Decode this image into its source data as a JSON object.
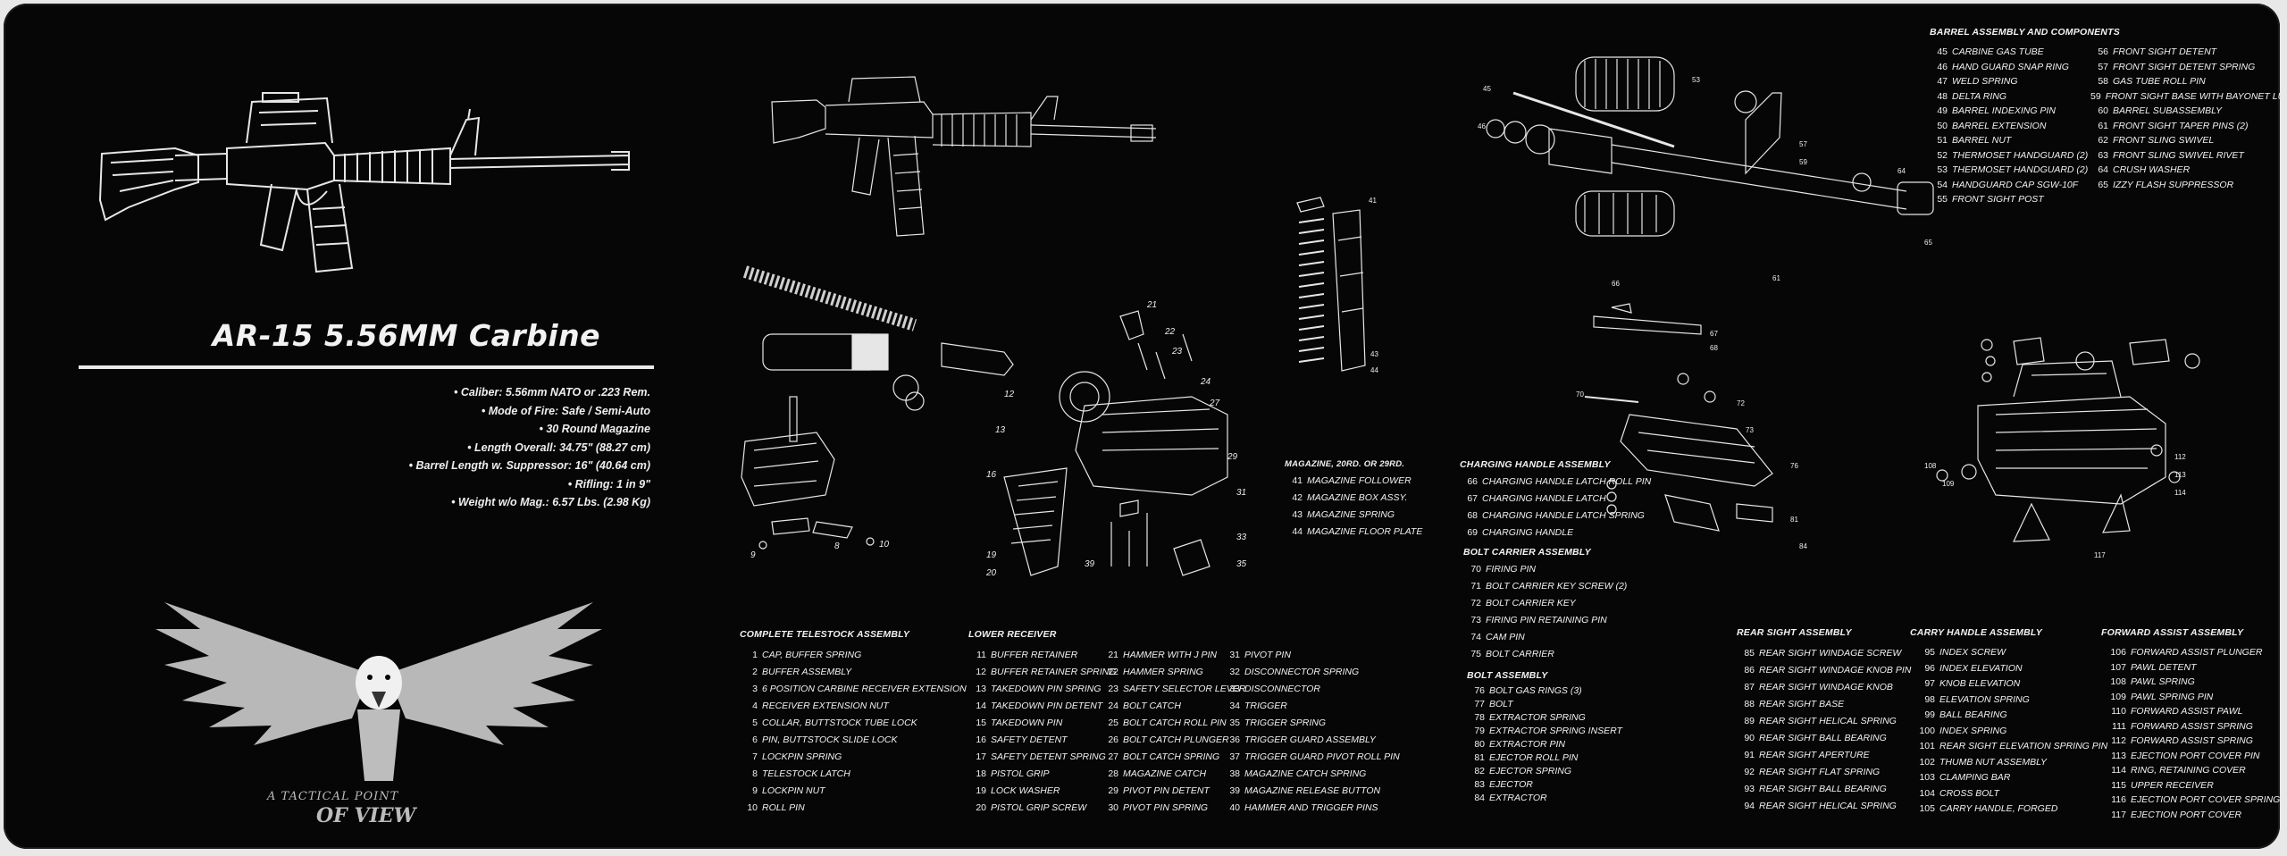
{
  "title": "AR-15 5.56MM Carbine",
  "specs": [
    "• Caliber: 5.56mm NATO or .223 Rem.",
    "• Mode of Fire: Safe / Semi-Auto",
    "• 30 Round Magazine",
    "• Length Overall: 34.75\" (88.27 cm)",
    "• Barrel Length w. Suppressor: 16\" (40.64 cm)",
    "• Rifling: 1 in 9\"",
    "• Weight w/o Mag.: 6.57 Lbs. (2.98 Kg)"
  ],
  "logo": {
    "line1": "A TACTICAL POINT",
    "line2": "OF VIEW"
  },
  "sections": {
    "telestock": {
      "title": "COMPLETE TELESTOCK ASSEMBLY",
      "items": [
        {
          "n": "1",
          "t": "CAP, BUFFER SPRING"
        },
        {
          "n": "2",
          "t": "BUFFER ASSEMBLY"
        },
        {
          "n": "3",
          "t": "6 POSITION CARBINE RECEIVER EXTENSION"
        },
        {
          "n": "4",
          "t": "RECEIVER EXTENSION NUT"
        },
        {
          "n": "5",
          "t": "COLLAR, BUTTSTOCK TUBE LOCK"
        },
        {
          "n": "6",
          "t": "PIN, BUTTSTOCK SLIDE LOCK"
        },
        {
          "n": "7",
          "t": "LOCKPIN SPRING"
        },
        {
          "n": "8",
          "t": "TELESTOCK LATCH"
        },
        {
          "n": "9",
          "t": "LOCKPIN NUT"
        },
        {
          "n": "10",
          "t": "ROLL PIN"
        }
      ]
    },
    "lower": {
      "title": "LOWER RECEIVER",
      "items": [
        {
          "n": "11",
          "t": "BUFFER RETAINER"
        },
        {
          "n": "12",
          "t": "BUFFER RETAINER SPRING"
        },
        {
          "n": "13",
          "t": "TAKEDOWN PIN SPRING"
        },
        {
          "n": "14",
          "t": "TAKEDOWN PIN DETENT"
        },
        {
          "n": "15",
          "t": "TAKEDOWN PIN"
        },
        {
          "n": "16",
          "t": "SAFETY DETENT"
        },
        {
          "n": "17",
          "t": "SAFETY DETENT SPRING"
        },
        {
          "n": "18",
          "t": "PISTOL GRIP"
        },
        {
          "n": "19",
          "t": "LOCK WASHER"
        },
        {
          "n": "20",
          "t": "PISTOL GRIP SCREW"
        }
      ]
    },
    "lower2": {
      "items": [
        {
          "n": "21",
          "t": "HAMMER WITH J PIN"
        },
        {
          "n": "22",
          "t": "HAMMER SPRING"
        },
        {
          "n": "23",
          "t": "SAFETY SELECTOR LEVER"
        },
        {
          "n": "24",
          "t": "BOLT CATCH"
        },
        {
          "n": "25",
          "t": "BOLT CATCH ROLL PIN"
        },
        {
          "n": "26",
          "t": "BOLT CATCH PLUNGER"
        },
        {
          "n": "27",
          "t": "BOLT CATCH SPRING"
        },
        {
          "n": "28",
          "t": "MAGAZINE CATCH"
        },
        {
          "n": "29",
          "t": "PIVOT PIN DETENT"
        },
        {
          "n": "30",
          "t": "PIVOT PIN SPRING"
        }
      ]
    },
    "lower3": {
      "items": [
        {
          "n": "31",
          "t": "PIVOT PIN"
        },
        {
          "n": "32",
          "t": "DISCONNECTOR SPRING"
        },
        {
          "n": "33",
          "t": "DISCONNECTOR"
        },
        {
          "n": "34",
          "t": "TRIGGER"
        },
        {
          "n": "35",
          "t": "TRIGGER SPRING"
        },
        {
          "n": "36",
          "t": "TRIGGER GUARD ASSEMBLY"
        },
        {
          "n": "37",
          "t": "TRIGGER GUARD PIVOT ROLL PIN"
        },
        {
          "n": "38",
          "t": "MAGAZINE CATCH SPRING"
        },
        {
          "n": "39",
          "t": "MAGAZINE RELEASE BUTTON"
        },
        {
          "n": "40",
          "t": "HAMMER AND TRIGGER PINS"
        }
      ]
    },
    "magazine": {
      "title": "MAGAZINE, 20RD. OR 29RD.",
      "items": [
        {
          "n": "41",
          "t": "MAGAZINE FOLLOWER"
        },
        {
          "n": "42",
          "t": "MAGAZINE BOX ASSY."
        },
        {
          "n": "43",
          "t": "MAGAZINE SPRING"
        },
        {
          "n": "44",
          "t": "MAGAZINE FLOOR PLATE"
        }
      ]
    },
    "charging": {
      "title": "CHARGING HANDLE ASSEMBLY",
      "items": [
        {
          "n": "66",
          "t": "CHARGING HANDLE LATCH ROLL PIN"
        },
        {
          "n": "67",
          "t": "CHARGING HANDLE LATCH"
        },
        {
          "n": "68",
          "t": "CHARGING HANDLE LATCH SPRING"
        },
        {
          "n": "69",
          "t": "CHARGING HANDLE"
        }
      ]
    },
    "carrier": {
      "title": "BOLT CARRIER ASSEMBLY",
      "items": [
        {
          "n": "70",
          "t": "FIRING PIN"
        },
        {
          "n": "71",
          "t": "BOLT CARRIER KEY SCREW (2)"
        },
        {
          "n": "72",
          "t": "BOLT CARRIER KEY"
        },
        {
          "n": "73",
          "t": "FIRING PIN RETAINING PIN"
        },
        {
          "n": "74",
          "t": "CAM PIN"
        },
        {
          "n": "75",
          "t": "BOLT CARRIER"
        }
      ]
    },
    "bolt": {
      "title": "BOLT ASSEMBLY",
      "items": [
        {
          "n": "76",
          "t": "BOLT GAS RINGS (3)"
        },
        {
          "n": "77",
          "t": "BOLT"
        },
        {
          "n": "78",
          "t": "EXTRACTOR SPRING"
        },
        {
          "n": "79",
          "t": "EXTRACTOR SPRING INSERT"
        },
        {
          "n": "80",
          "t": "EXTRACTOR PIN"
        },
        {
          "n": "81",
          "t": "EJECTOR ROLL PIN"
        },
        {
          "n": "82",
          "t": "EJECTOR SPRING"
        },
        {
          "n": "83",
          "t": "EJECTOR"
        },
        {
          "n": "84",
          "t": "EXTRACTOR"
        }
      ]
    },
    "rearsight": {
      "title": "REAR SIGHT ASSEMBLY",
      "items": [
        {
          "n": "85",
          "t": "REAR SIGHT WINDAGE SCREW"
        },
        {
          "n": "86",
          "t": "REAR SIGHT WINDAGE KNOB PIN"
        },
        {
          "n": "87",
          "t": "REAR SIGHT WINDAGE KNOB"
        },
        {
          "n": "88",
          "t": "REAR SIGHT BASE"
        },
        {
          "n": "89",
          "t": "REAR SIGHT HELICAL SPRING"
        },
        {
          "n": "90",
          "t": "REAR SIGHT BALL BEARING"
        },
        {
          "n": "91",
          "t": "REAR SIGHT APERTURE"
        },
        {
          "n": "92",
          "t": "REAR SIGHT FLAT SPRING"
        },
        {
          "n": "93",
          "t": "REAR SIGHT BALL BEARING"
        },
        {
          "n": "94",
          "t": "REAR SIGHT HELICAL SPRING"
        }
      ]
    },
    "carryhandle": {
      "title": "CARRY HANDLE ASSEMBLY",
      "items": [
        {
          "n": "95",
          "t": "INDEX SCREW"
        },
        {
          "n": "96",
          "t": "INDEX ELEVATION"
        },
        {
          "n": "97",
          "t": "KNOB ELEVATION"
        },
        {
          "n": "98",
          "t": "ELEVATION SPRING"
        },
        {
          "n": "99",
          "t": "BALL BEARING"
        },
        {
          "n": "100",
          "t": "INDEX SPRING"
        },
        {
          "n": "101",
          "t": "REAR SIGHT ELEVATION SPRING PIN"
        },
        {
          "n": "102",
          "t": "THUMB NUT ASSEMBLY"
        },
        {
          "n": "103",
          "t": "CLAMPING BAR"
        },
        {
          "n": "104",
          "t": "CROSS BOLT"
        },
        {
          "n": "105",
          "t": "CARRY HANDLE, FORGED"
        }
      ]
    },
    "forwardassist": {
      "title": "FORWARD ASSIST ASSEMBLY",
      "items": [
        {
          "n": "106",
          "t": "FORWARD ASSIST PLUNGER"
        },
        {
          "n": "107",
          "t": "PAWL DETENT"
        },
        {
          "n": "108",
          "t": "PAWL SPRING"
        },
        {
          "n": "109",
          "t": "PAWL SPRING PIN"
        },
        {
          "n": "110",
          "t": "FORWARD ASSIST PAWL"
        },
        {
          "n": "111",
          "t": "FORWARD ASSIST SPRING"
        },
        {
          "n": "112",
          "t": "FORWARD ASSIST SPRING"
        },
        {
          "n": "113",
          "t": "EJECTION PORT COVER PIN"
        },
        {
          "n": "114",
          "t": "RING, RETAINING COVER"
        },
        {
          "n": "115",
          "t": "UPPER RECEIVER"
        },
        {
          "n": "116",
          "t": "EJECTION PORT COVER SPRING"
        },
        {
          "n": "117",
          "t": "EJECTION PORT COVER"
        }
      ]
    },
    "barrel": {
      "title": "BARREL ASSEMBLY AND COMPONENTS",
      "col1": [
        {
          "n": "45",
          "t": "CARBINE GAS TUBE"
        },
        {
          "n": "46",
          "t": "HAND GUARD SNAP RING"
        },
        {
          "n": "47",
          "t": "WELD SPRING"
        },
        {
          "n": "48",
          "t": "DELTA RING"
        },
        {
          "n": "49",
          "t": "BARREL INDEXING PIN"
        },
        {
          "n": "50",
          "t": "BARREL EXTENSION"
        },
        {
          "n": "51",
          "t": "BARREL NUT"
        },
        {
          "n": "52",
          "t": "THERMOSET HANDGUARD (2)"
        },
        {
          "n": "53",
          "t": "THERMOSET HANDGUARD (2)"
        },
        {
          "n": "54",
          "t": "HANDGUARD CAP SGW-10F"
        },
        {
          "n": "55",
          "t": "FRONT SIGHT POST"
        }
      ],
      "col2": [
        {
          "n": "56",
          "t": "FRONT SIGHT DETENT"
        },
        {
          "n": "57",
          "t": "FRONT SIGHT DETENT SPRING"
        },
        {
          "n": "58",
          "t": "GAS TUBE ROLL PIN"
        },
        {
          "n": "59",
          "t": "FRONT SIGHT BASE WITH BAYONET LUG"
        },
        {
          "n": "60",
          "t": "BARREL SUBASSEMBLY"
        },
        {
          "n": "61",
          "t": "FRONT SIGHT TAPER PINS (2)"
        },
        {
          "n": "62",
          "t": "FRONT SLING SWIVEL"
        },
        {
          "n": "63",
          "t": "FRONT SLING SWIVEL RIVET"
        },
        {
          "n": "64",
          "t": "CRUSH WASHER"
        },
        {
          "n": "65",
          "t": "IZZY FLASH SUPPRESSOR"
        }
      ]
    }
  }
}
